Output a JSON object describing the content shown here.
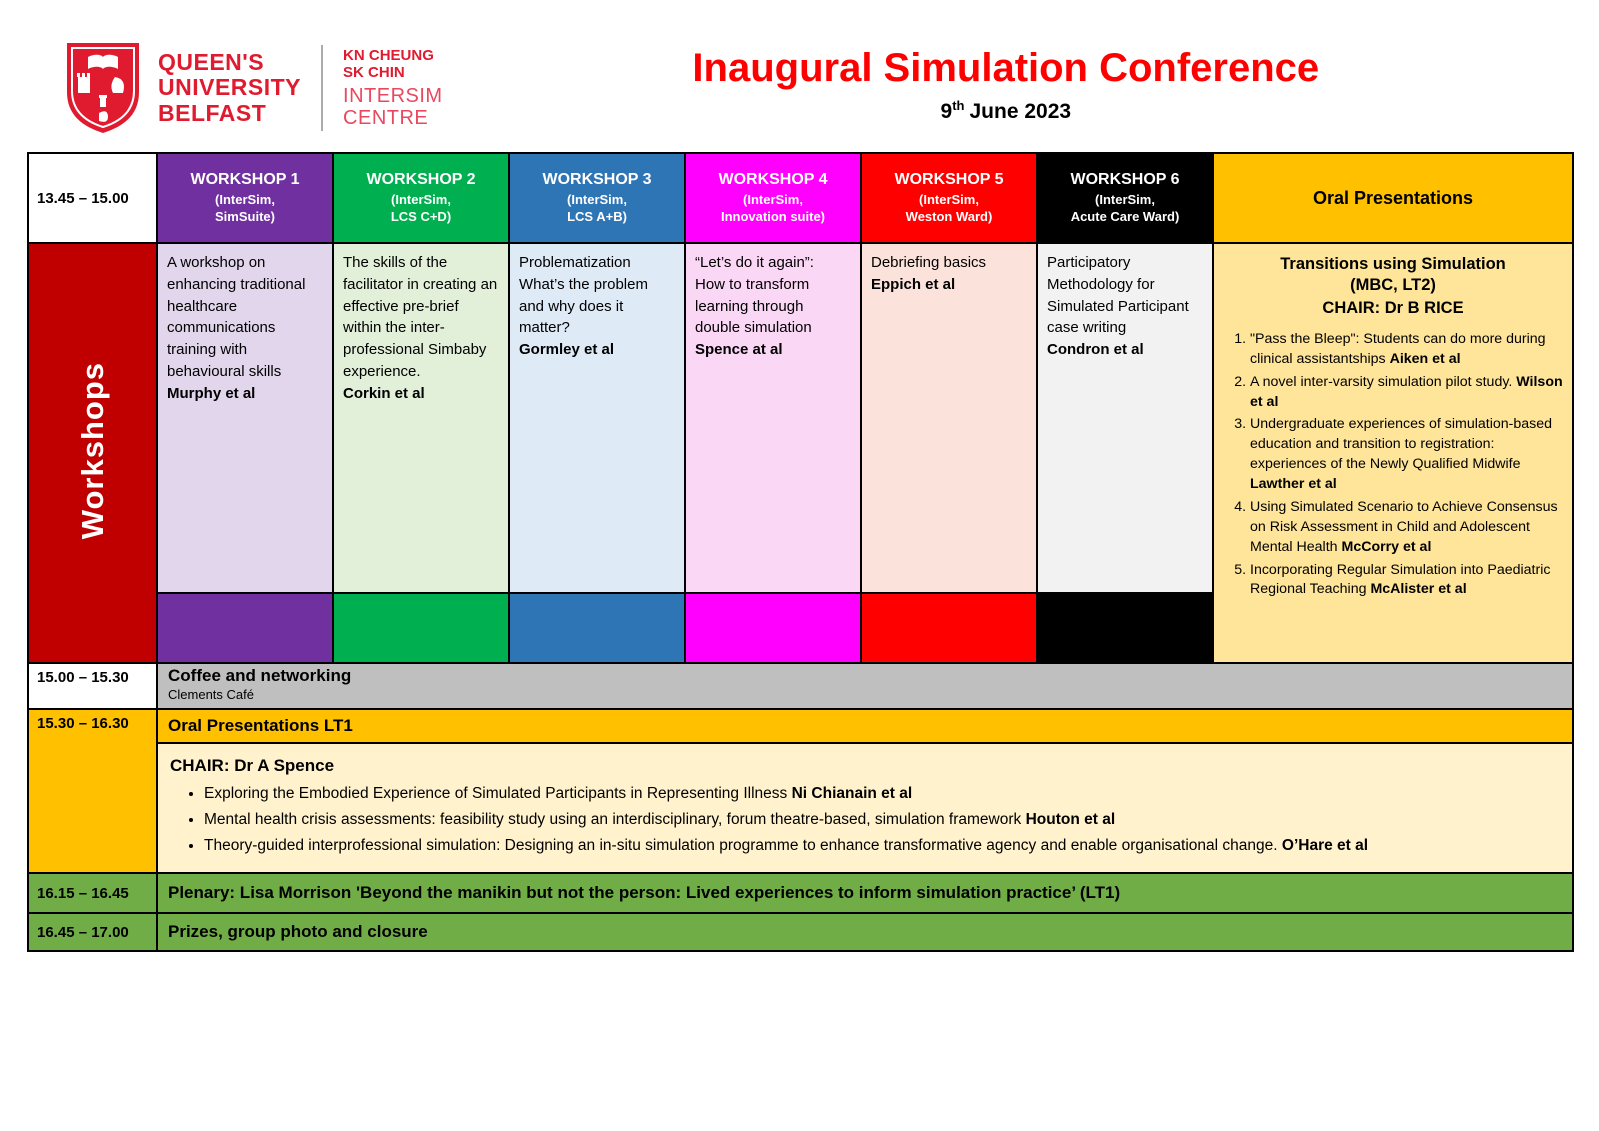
{
  "branding": {
    "university_name": "QUEEN'S\nUNIVERSITY\nBELFAST",
    "centre_name_top": "KN CHEUNG\nSK CHIN",
    "centre_name_bottom": "INTERSIM\nCENTRE",
    "crest_icon": "qub-crest",
    "brand_red": "#E01B2F"
  },
  "header": {
    "title": "Inaugural Simulation Conference",
    "title_color": "#FF0000",
    "date_day": "9",
    "date_suffix": "th",
    "date_rest": "June 2023"
  },
  "schedule": {
    "side_label": "Workshops",
    "side_label_bg": "#C00000",
    "workshops_time": "13.45 – 15.00",
    "workshops": [
      {
        "name": "WORKSHOP 1",
        "location": "(InterSim,\nSimSuite)",
        "color": "#7030A0",
        "tint": "#E2D6EC",
        "description": "A workshop on enhancing traditional healthcare communications training with behavioural skills",
        "authors": "Murphy et al"
      },
      {
        "name": "WORKSHOP 2",
        "location": "(InterSim,\nLCS C+D)",
        "color": "#00B050",
        "tint": "#E2EFD9",
        "description": "The skills of the facilitator in creating an effective pre-brief within the inter-professional Simbaby experience.",
        "authors": "Corkin et al"
      },
      {
        "name": "WORKSHOP 3",
        "location": "(InterSim,\nLCS A+B)",
        "color": "#2E75B6",
        "tint": "#DEEAF6",
        "description": "Problematization\nWhat’s the problem and why does it matter?",
        "authors": "Gormley et al"
      },
      {
        "name": "WORKSHOP 4",
        "location": "(InterSim,\nInnovation suite)",
        "color": "#FF00FF",
        "tint": "#FBD7F6",
        "description": "“Let’s do it again”:\nHow to transform learning through double simulation",
        "authors": "Spence at al"
      },
      {
        "name": "WORKSHOP 5",
        "location": "(InterSim,\nWeston Ward)",
        "color": "#FF0000",
        "tint": "#FBE3DB",
        "description": "Debriefing basics",
        "authors": "Eppich et al"
      },
      {
        "name": "WORKSHOP 6",
        "location": "(InterSim,\nAcute Care Ward)",
        "color": "#000000",
        "tint": "#F2F2F2",
        "description": "Participatory Methodology for Simulated Participant case writing",
        "authors": "Condron et al"
      }
    ],
    "oral": {
      "header": "Oral Presentations",
      "header_bg": "#FFC000",
      "body_bg": "#FFE599",
      "session_title": "Transitions using Simulation\n(MBC, LT2)",
      "chair": "CHAIR: Dr B RICE",
      "items": [
        {
          "text": "\"Pass the Bleep\": Students can do more during clinical assistantships",
          "authors": "Aiken et al"
        },
        {
          "text": "A novel inter-varsity simulation pilot study.",
          "authors": "Wilson et al"
        },
        {
          "text": "Undergraduate experiences of simulation-based education and transition to registration: experiences of the Newly Qualified Midwife",
          "authors": "Lawther et al"
        },
        {
          "text": "Using Simulated Scenario to Achieve Consensus on Risk Assessment in Child and Adolescent Mental Health",
          "authors": "McCorry et al"
        },
        {
          "text": "Incorporating Regular Simulation into Paediatric Regional Teaching",
          "authors": "McAlister et al"
        }
      ]
    },
    "coffee": {
      "time": "15.00 – 15.30",
      "title": "Coffee and networking",
      "subtitle": "Clements Café",
      "bg": "#BFBFBF"
    },
    "oral_session": {
      "time": "15.30 – 16.30",
      "title": "Oral Presentations LT1",
      "chair": "CHAIR: Dr A Spence",
      "band_bg": "#FFC000",
      "panel_bg": "#FFF2CC",
      "bullets": [
        {
          "text": "Exploring the Embodied Experience of Simulated Participants in Representing Illness",
          "authors": "Ni Chianain et al"
        },
        {
          "text": "Mental health crisis assessments: feasibility study using an interdisciplinary, forum theatre-based, simulation framework",
          "authors": "Houton et al"
        },
        {
          "text": "Theory-guided interprofessional simulation: Designing an in-situ simulation programme to enhance transformative agency and enable organisational change.",
          "authors": "O’Hare et al"
        }
      ]
    },
    "plenary": {
      "time": "16.15 – 16.45",
      "title": "Plenary: Lisa Morrison 'Beyond the manikin but not the person: Lived experiences to inform simulation practice’ (LT1)",
      "bg": "#70AD47"
    },
    "closing": {
      "time": "16.45 – 17.00",
      "title": "Prizes, group photo and closure",
      "bg": "#70AD47"
    }
  }
}
